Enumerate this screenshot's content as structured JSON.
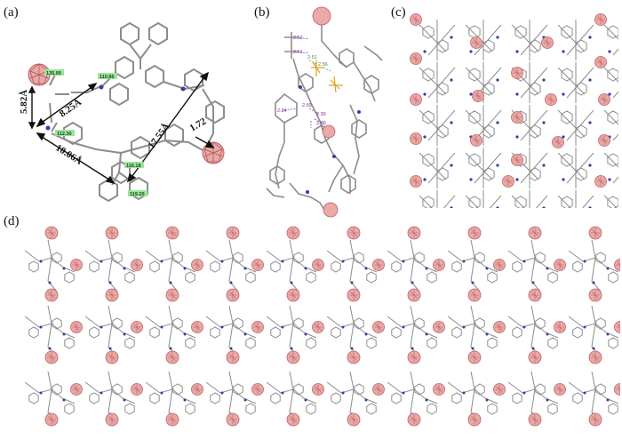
{
  "panels": {
    "a": {
      "label": "(a)",
      "distances": [
        "5.82Å",
        "8.25Å",
        "10.06Å",
        "17.55Å",
        "1.72"
      ],
      "angles": [
        "135.00",
        "110.86",
        "112.30",
        "116.18",
        "119.20"
      ]
    },
    "b": {
      "label": "(b)",
      "contacts": [
        "2.52",
        "2.61",
        "2.84",
        "2.69",
        "2.30",
        "2.30"
      ],
      "contacts_green": [
        "2.51",
        "2.56"
      ]
    },
    "c": {
      "label": "(c)"
    },
    "d": {
      "label": "(d)"
    }
  },
  "colors": {
    "bond": "#8c8c8c",
    "nitrogen": "#3a3aa8",
    "cage": "#e8a9a9",
    "cage_edge": "#c06060",
    "angle_box": "#99e69a",
    "contact_purple": "#8a3aaa",
    "contact_green": "#4aa84a",
    "anion_orange": "#e0a020"
  }
}
